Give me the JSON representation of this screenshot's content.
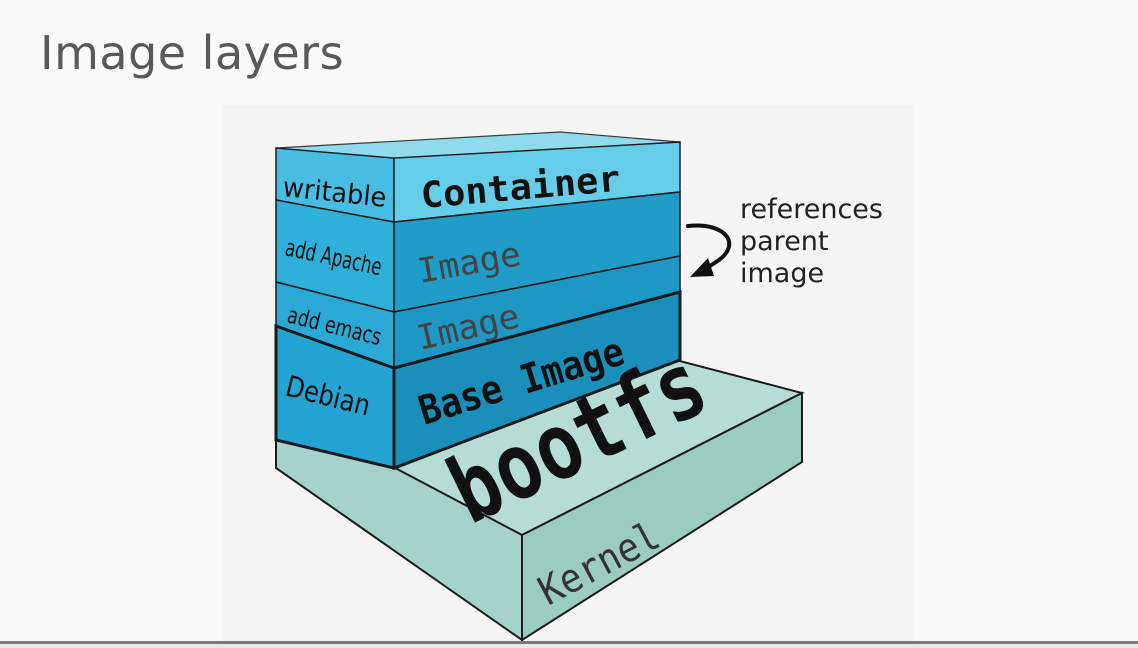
{
  "slide": {
    "title": "Image layers"
  },
  "diagram": {
    "layers": [
      {
        "role": "writable",
        "name": "Container"
      },
      {
        "role": "add Apache",
        "name": "Image"
      },
      {
        "role": "add emacs",
        "name": "Image"
      },
      {
        "role": "Debian",
        "name": "Base Image"
      }
    ],
    "bootfs_label": "bootfs",
    "kernel_label": "Kernel",
    "annotation": {
      "line1": "references",
      "line2": "parent",
      "line3": "image"
    },
    "colors": {
      "container_top": "#5fcbe8",
      "layer_side": "#2aa9d6",
      "layer_front": "#1f9cc8",
      "base_front": "#1b8fbb",
      "bootfs": "#b6ddd5",
      "kernel": "#a5d2ca",
      "outline": "#1a1a1a"
    }
  }
}
